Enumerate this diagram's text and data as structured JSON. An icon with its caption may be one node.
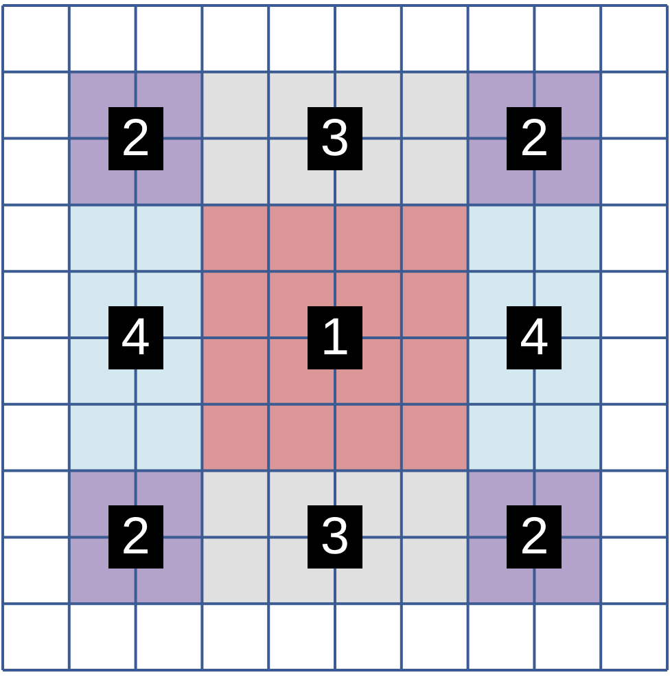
{
  "diagram": {
    "nodes": [
      {
        "text": [
          "2"
        ]
      },
      {
        "text": [
          "3"
        ]
      },
      {
        "text": [
          "2"
        ]
      },
      {
        "text": [
          "4"
        ]
      },
      {
        "text": [
          "1"
        ]
      },
      {
        "text": [
          "4"
        ]
      },
      {
        "text": [
          "2"
        ]
      },
      {
        "text": [
          "3"
        ]
      },
      {
        "text": [
          "2"
        ]
      }
    ]
  }
}
